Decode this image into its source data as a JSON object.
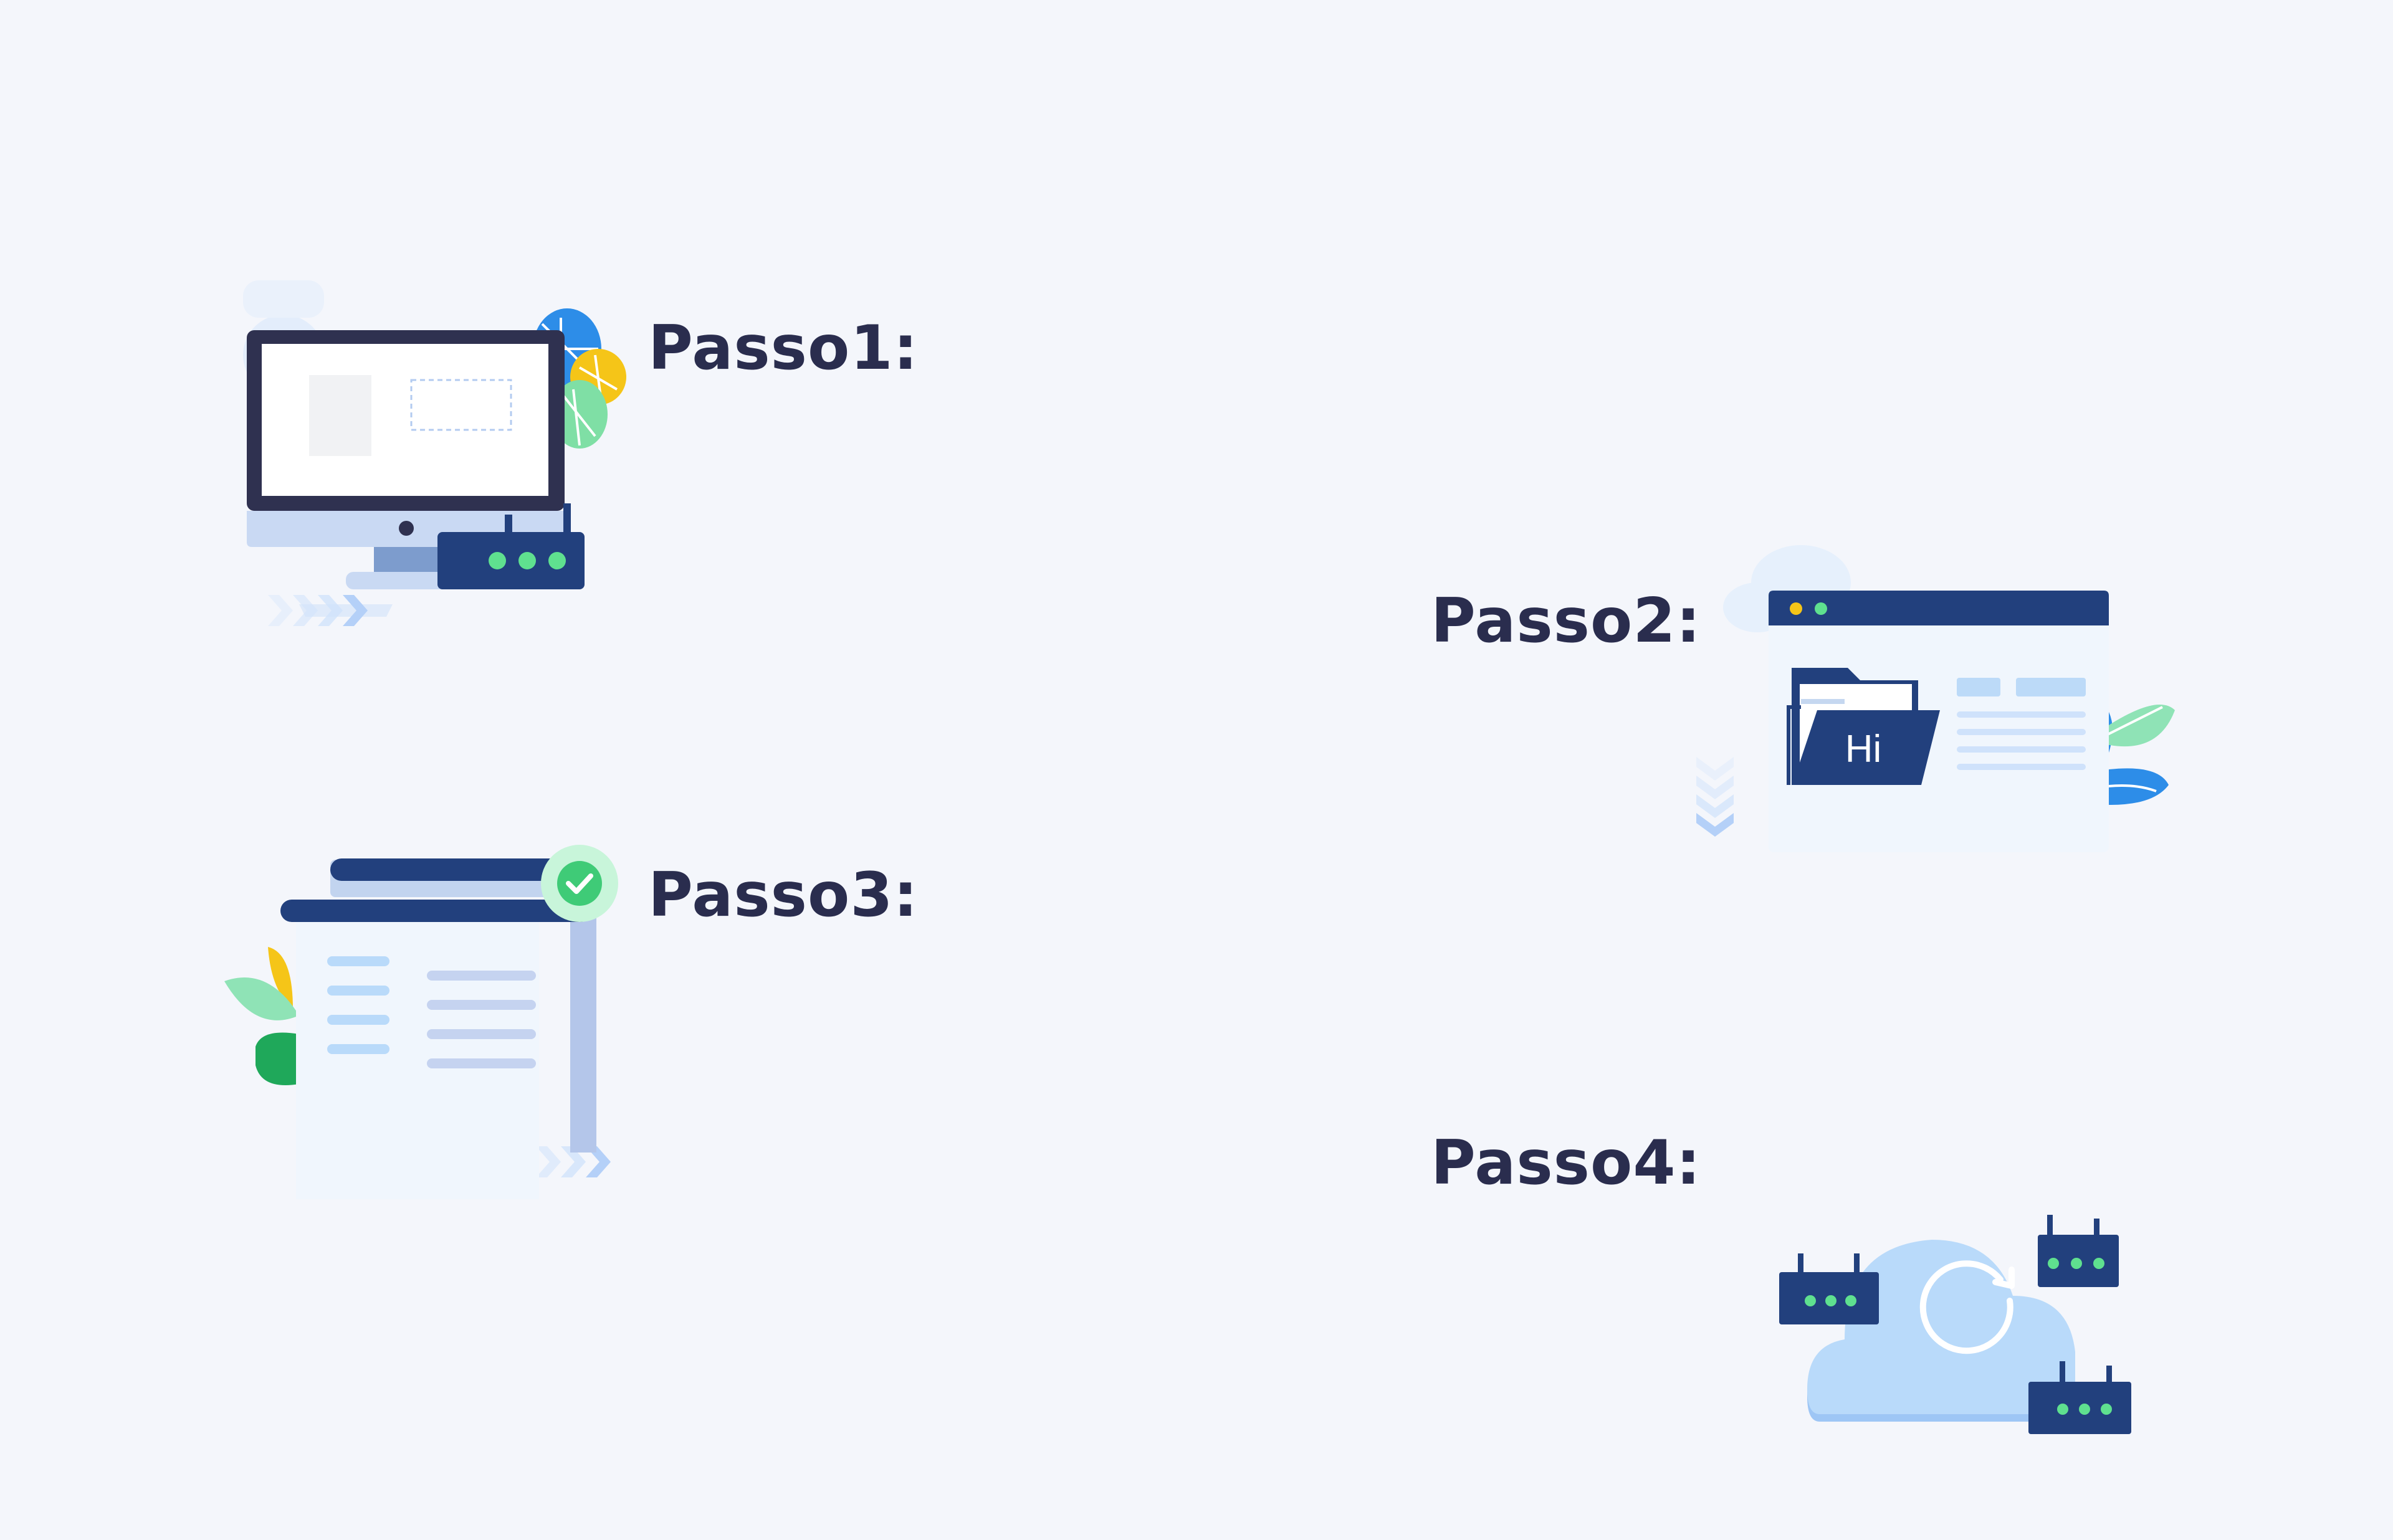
{
  "steps": [
    {
      "label": "Passo1:",
      "icon": "computer-router-icon"
    },
    {
      "label": "Passo2:",
      "icon": "folder-window-icon"
    },
    {
      "label": "Passo3:",
      "icon": "document-check-icon"
    },
    {
      "label": "Passo4:",
      "icon": "cloud-sync-icon"
    }
  ],
  "folder_badge": "Hi",
  "colors": {
    "background": "#f4f6fb",
    "navy": "#22407d",
    "dark_text": "#2a2d4e",
    "light_blue": "#b9dafa",
    "green_dot": "#5fe08f",
    "yellow_dot": "#f5c518"
  }
}
